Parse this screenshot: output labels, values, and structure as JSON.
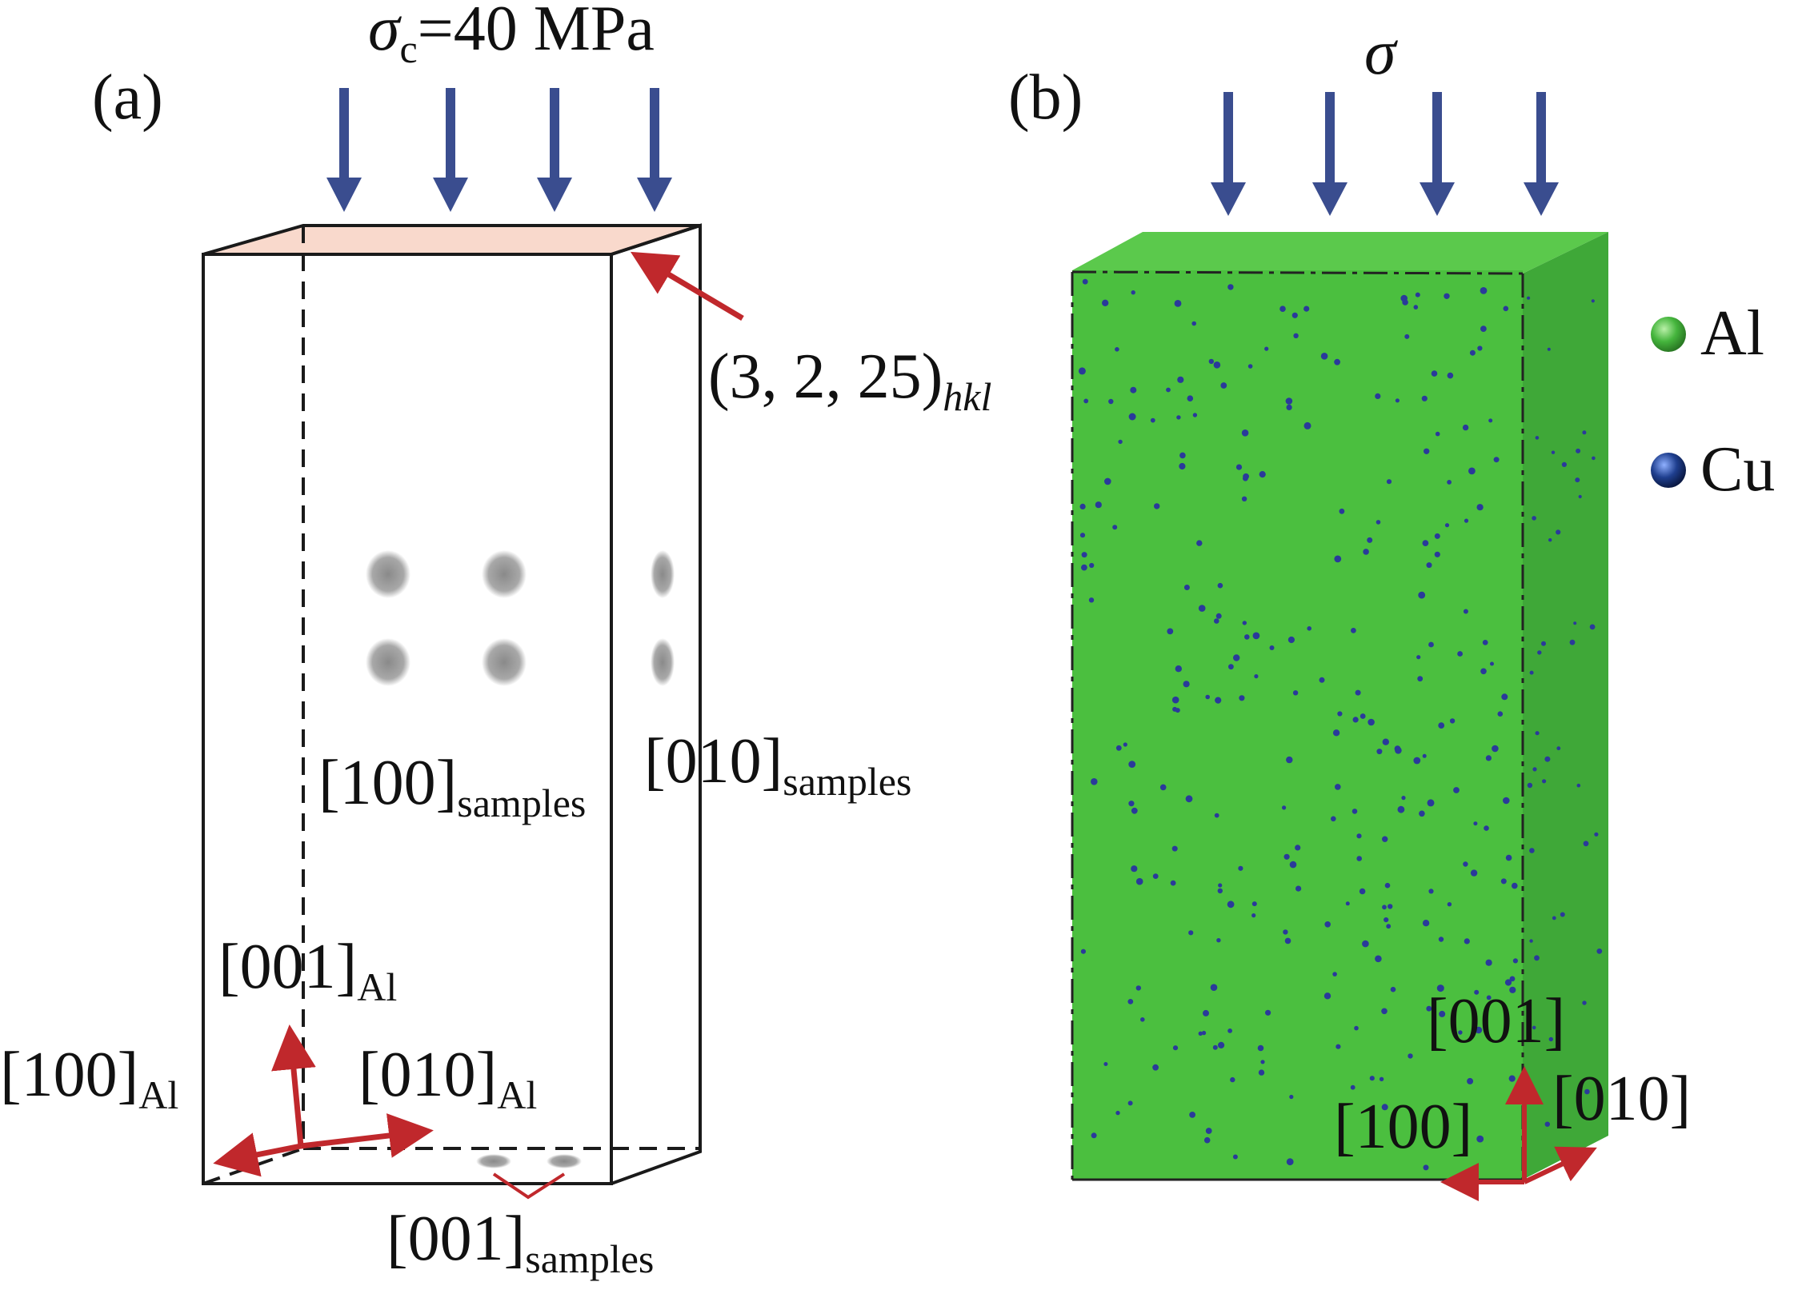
{
  "panel_a": {
    "label": "(a)",
    "stress": {
      "sym": "σ",
      "sub": "c",
      "rest": "=40 MPa"
    },
    "plane": {
      "main": "(3, 2, 25)",
      "sub": "hkl"
    },
    "axis_100_samples": {
      "main": "[100]",
      "sub": "samples"
    },
    "axis_010_samples": {
      "main": "[010]",
      "sub": "samples"
    },
    "axis_001_samples": {
      "main": "[001]",
      "sub": "samples"
    },
    "axis_001_al": {
      "main": "[001]",
      "sub": "Al"
    },
    "axis_100_al": {
      "main": "[100]",
      "sub": "Al"
    },
    "axis_010_al": {
      "main": "[010]",
      "sub": "Al"
    }
  },
  "panel_b": {
    "label": "(b)",
    "stress": "σ",
    "axis_001": "[001]",
    "axis_100": "[100]",
    "axis_010": "[010]"
  },
  "legend": [
    {
      "label": "Al",
      "color": "#45b53d"
    },
    {
      "label": "Cu",
      "color": "#1f3f8f"
    }
  ],
  "colors": {
    "arrow_blue": "#3a4d8f",
    "axis_red": "#c0282c",
    "top_face": "#f9d9cc",
    "green_face": "#4bbf3f",
    "green_side": "#3fa838",
    "cu_dot": "#2a3a9a",
    "spot": "#9a9a9a"
  }
}
